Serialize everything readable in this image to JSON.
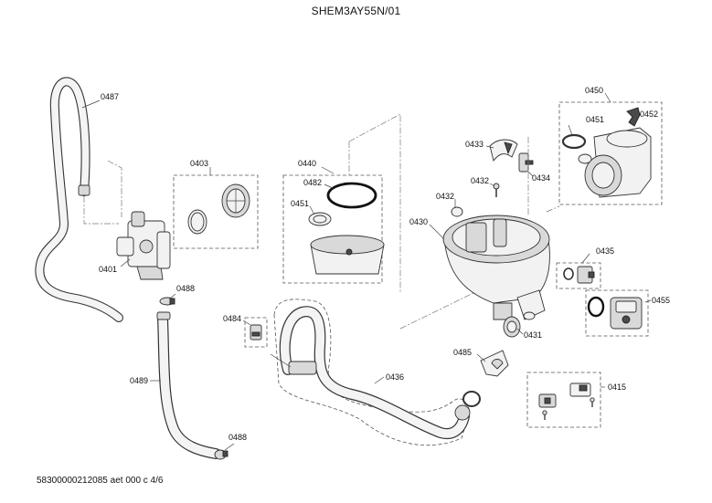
{
  "title": "SHEM3AY55N/01",
  "footer": "58300000212085 aet 000 c 4/6",
  "parts": {
    "p0487": "0487",
    "p0403": "0403",
    "p0401": "0401",
    "p0488a": "0488",
    "p0488b": "0488",
    "p0489": "0489",
    "p0440": "0440",
    "p0482": "0482",
    "p0451a": "0451",
    "p0484": "0484",
    "p0436": "0436",
    "p0433": "0433",
    "p0432a": "0432",
    "p0432b": "0432",
    "p0434": "0434",
    "p0430": "0430",
    "p0450": "0450",
    "p0451b": "0451",
    "p0452": "0452",
    "p0435": "0435",
    "p0455": "0455",
    "p0431": "0431",
    "p0485": "0485",
    "p0415": "0415"
  }
}
